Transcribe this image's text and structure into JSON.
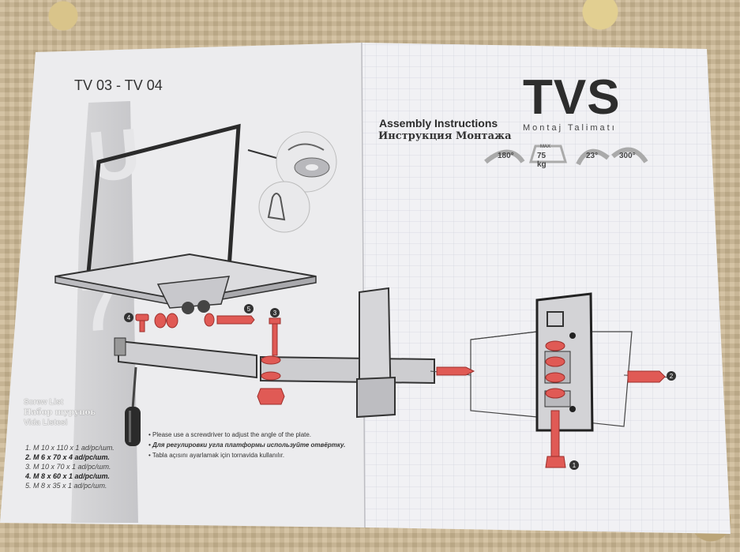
{
  "model": "TV 03 - TV 04",
  "brand": "TVS",
  "heading": {
    "english": "Assembly Instructions",
    "turkish": "Montaj Talimatı",
    "russian": "Инструкция Монтажа"
  },
  "specs": [
    {
      "label": "180°",
      "icon": "rotation-arrow-icon"
    },
    {
      "label": "75 kg",
      "sublabel": "MAX",
      "icon": "weight-icon"
    },
    {
      "label": "23°",
      "icon": "tilt-arrow-icon"
    },
    {
      "label": "300°",
      "icon": "swivel-arrow-icon"
    }
  ],
  "screw_list": {
    "title": [
      "Screw List",
      "Набор шурупоь",
      "Vida Listesi"
    ],
    "items": [
      "1. M 10 x 110 x 1 ad/pc/шт.",
      "2. M 6  x 70 x 4 ad/pc/шт.",
      "3. M 10 x 70 x 1 ad/pc/шт.",
      "4. M 8  x 60 x 1 ad/pc/шт.",
      "5. M 8  x 35 x 1 ad/pc/шт."
    ]
  },
  "notes": [
    "• Please use a screwdriver to adjust the angle of the plate.",
    "• Для регулировки угла платформы используйте отвёртку.",
    "• Tabla açısını ayarlamak için tornavida kullanılır."
  ],
  "callouts": [
    "4",
    "5",
    "3",
    "2",
    "1"
  ],
  "colors": {
    "screw_red": "#e05a55",
    "paper": "#f1f1f3",
    "grid": "#c9ccd6"
  }
}
